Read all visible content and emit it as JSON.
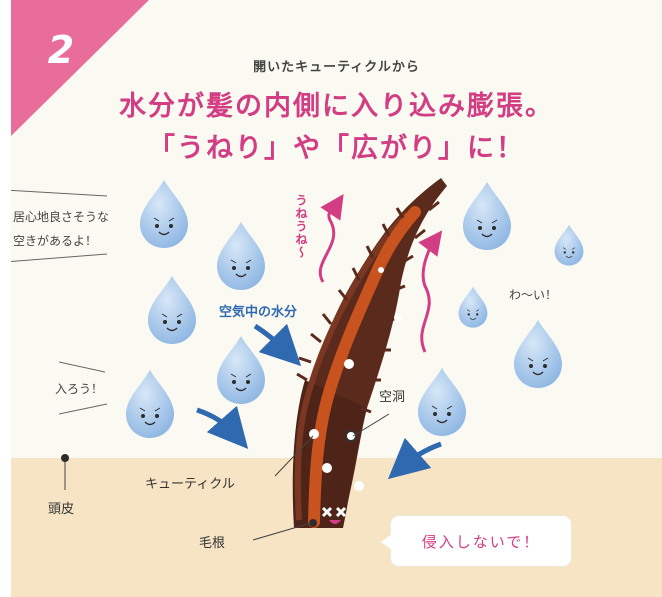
{
  "step": {
    "number": "2"
  },
  "heading": {
    "subtitle": "開いたキューティクルから",
    "line1": "水分が髪の内側に入り込み膨張。",
    "line2": "「うねり」や「広がり」に！"
  },
  "speech": {
    "cozy_line1": "居心地良さそうな",
    "cozy_line2": "空きがあるよ！",
    "enter": "入ろう！",
    "wow": "わ〜い！",
    "no_entry": "侵入しないで！"
  },
  "labels": {
    "air_moisture": "空気中の水分",
    "wavy": "うねうね〜",
    "cavity": "空洞",
    "cuticle": "キューティクル",
    "scalp": "頭皮",
    "hair_root": "毛根"
  },
  "colors": {
    "accent_pink": "#e96d9b",
    "heading_pink": "#d33d83",
    "arrow_blue": "#2f69b0",
    "drop_blue": "#a7c7e8",
    "hair_brown": "#5a2a1c",
    "hair_core": "#c9531f",
    "scalp_beige": "#f6e4c5",
    "background": "#fbfaf2"
  },
  "icons": {
    "drop": "water-drop-face-icon",
    "arrow": "curved-arrow-icon"
  }
}
